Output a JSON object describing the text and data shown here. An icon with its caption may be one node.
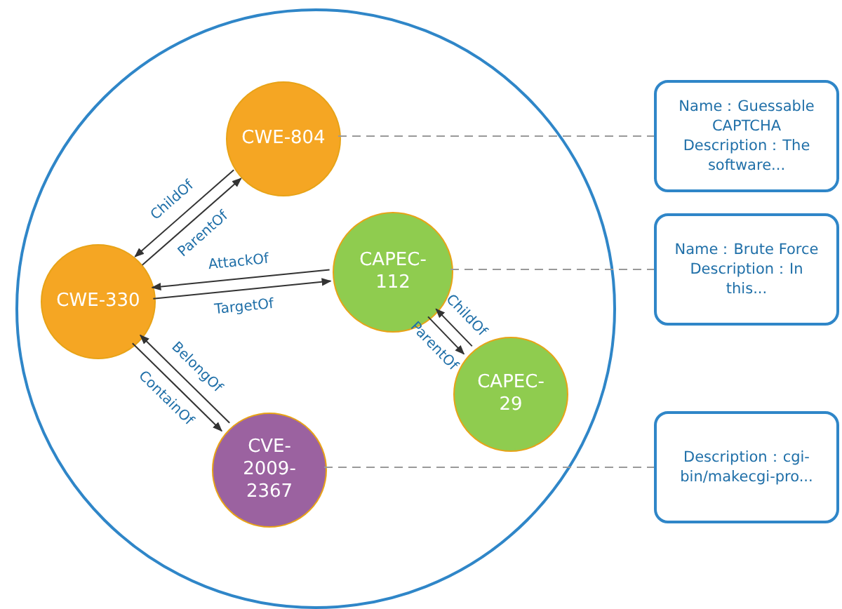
{
  "diagram": {
    "nodes": [
      {
        "text": [],
        "shape": "circle"
      },
      {
        "text": [
          "CWE-804"
        ],
        "in": 0
      },
      {
        "text": [
          "CAPEC-112"
        ],
        "in": 0
      },
      {
        "text": [
          "CWE-330"
        ],
        "in": 0
      },
      {
        "text": [
          "CAPEC-29"
        ],
        "in": 0
      },
      {
        "text": [
          "CVE-2009-2367"
        ],
        "in": 0
      },
      {
        "text": [
          "Name：Guessable CAPTCHA",
          "Description：The software..."
        ]
      },
      {
        "text": [
          "Name：Brute Force",
          "Description：In this..."
        ]
      },
      {
        "text": [
          "Description：cgi-bin/makecgi-pro..."
        ]
      }
    ],
    "edges": [
      {
        "from": 3,
        "to": 1,
        "arrow": "to",
        "label": "ParentOf"
      },
      {
        "from": 1,
        "to": 3,
        "arrow": "to",
        "label": "ChildOf"
      },
      {
        "from": 3,
        "to": 2,
        "arrow": "to",
        "label": "TargetOf"
      },
      {
        "from": 2,
        "to": 3,
        "arrow": "to",
        "label": "AttackOf"
      },
      {
        "from": 2,
        "to": 4,
        "arrow": "to",
        "label": "ParentOf"
      },
      {
        "from": 4,
        "to": 2,
        "arrow": "to",
        "label": "ChildOf"
      },
      {
        "from": 3,
        "to": 5,
        "arrow": "to",
        "label": "ContainOf"
      },
      {
        "from": 5,
        "to": 3,
        "arrow": "to",
        "label": "BelongOf"
      },
      {
        "from": 1,
        "to": 6,
        "arrow": "none",
        "style": "dashed",
        "color": "#999999"
      },
      {
        "from": 2,
        "to": 7,
        "arrow": "none",
        "style": "dashed",
        "color": "#999999"
      },
      {
        "from": 5,
        "to": 8,
        "arrow": "none",
        "style": "dashed",
        "color": "#999999"
      }
    ]
  }
}
